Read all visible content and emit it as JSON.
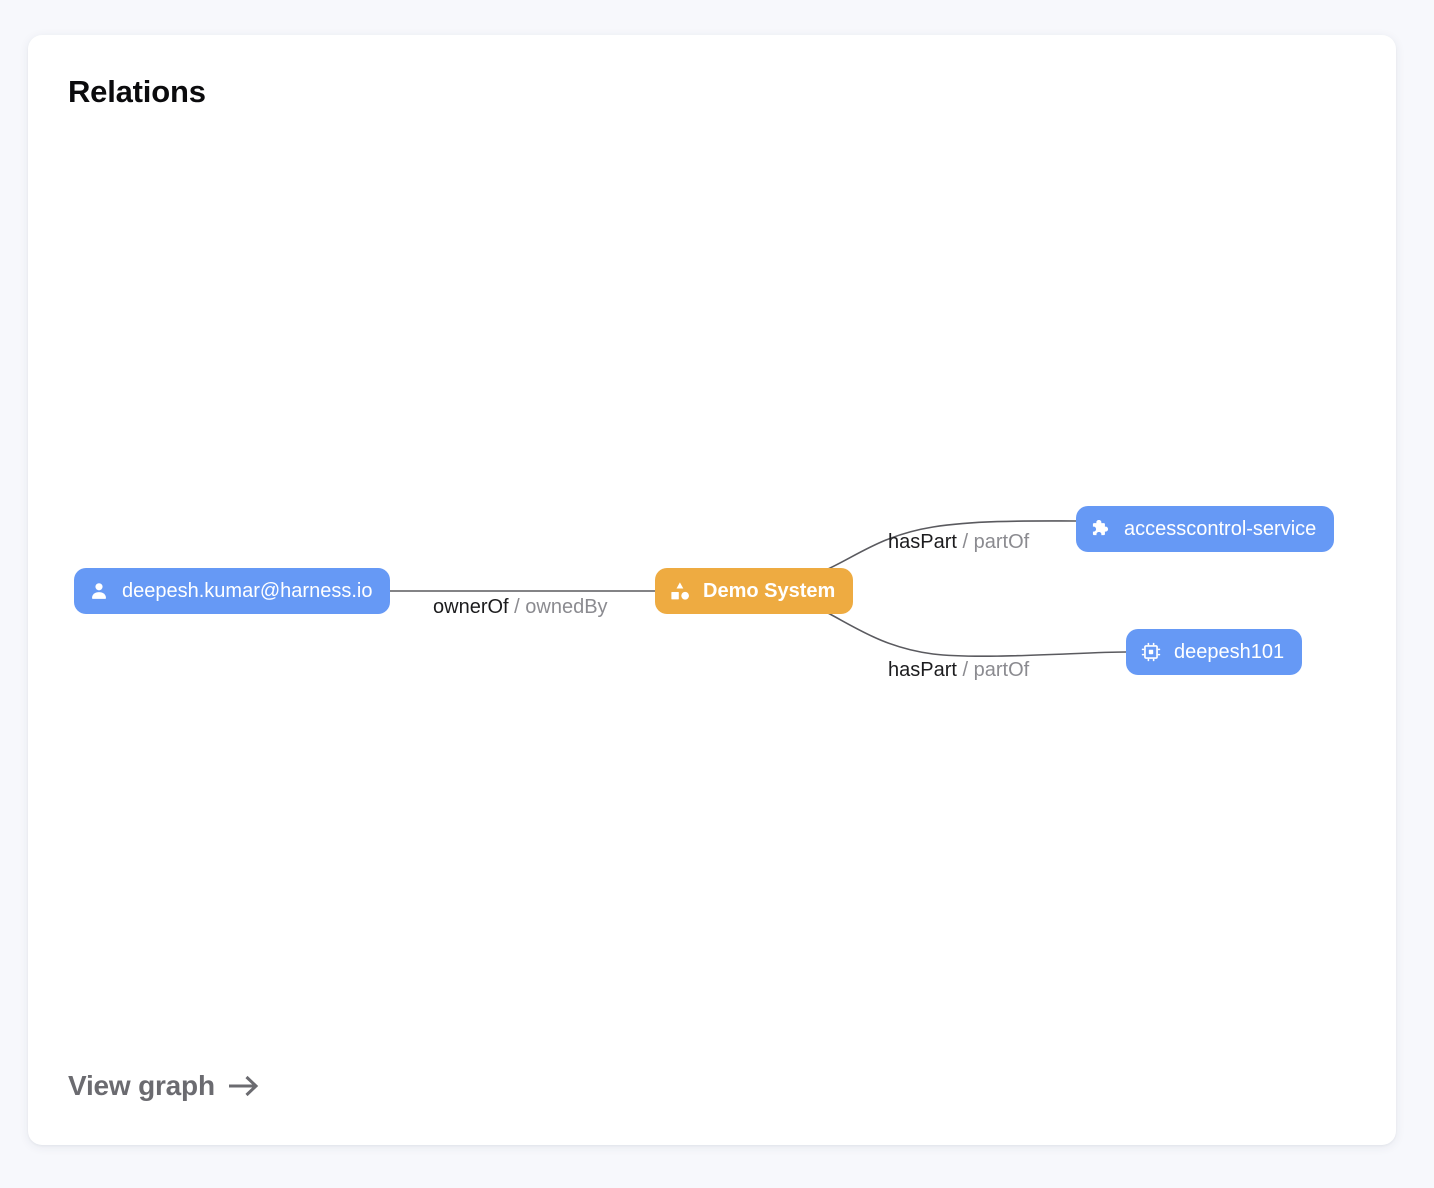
{
  "card": {
    "title": "Relations",
    "footer": {
      "label": "View graph",
      "icon": "arrow-right-icon"
    }
  },
  "graph": {
    "colors": {
      "node_blue": "#6699f5",
      "node_orange": "#eeab41",
      "edge_line": "#5a5a5f",
      "label_primary": "#1c1c1e",
      "label_secondary": "#8b8b90",
      "card_background": "#ffffff",
      "page_background": "#f7f8fc"
    },
    "nodes": [
      {
        "id": "user",
        "label": "deepesh.kumar@harness.io",
        "kind": "user",
        "icon": "person-icon",
        "color": "#6699f5"
      },
      {
        "id": "system",
        "label": "Demo System",
        "kind": "system",
        "icon": "shapes-icon",
        "color": "#eeab41"
      },
      {
        "id": "component",
        "label": "accesscontrol-service",
        "kind": "component",
        "icon": "puzzle-piece-icon",
        "color": "#6699f5"
      },
      {
        "id": "resource",
        "label": "deepesh101",
        "kind": "resource",
        "icon": "memory-chip-icon",
        "color": "#6699f5"
      }
    ],
    "edges": [
      {
        "id": "owner",
        "source": "user",
        "target": "system",
        "forward": "ownerOf",
        "separator": "/",
        "reverse": "ownedBy"
      },
      {
        "id": "haspart-top",
        "source": "system",
        "target": "component",
        "forward": "hasPart",
        "separator": "/",
        "reverse": "partOf"
      },
      {
        "id": "haspart-bottom",
        "source": "system",
        "target": "resource",
        "forward": "hasPart",
        "separator": "/",
        "reverse": "partOf"
      }
    ]
  }
}
